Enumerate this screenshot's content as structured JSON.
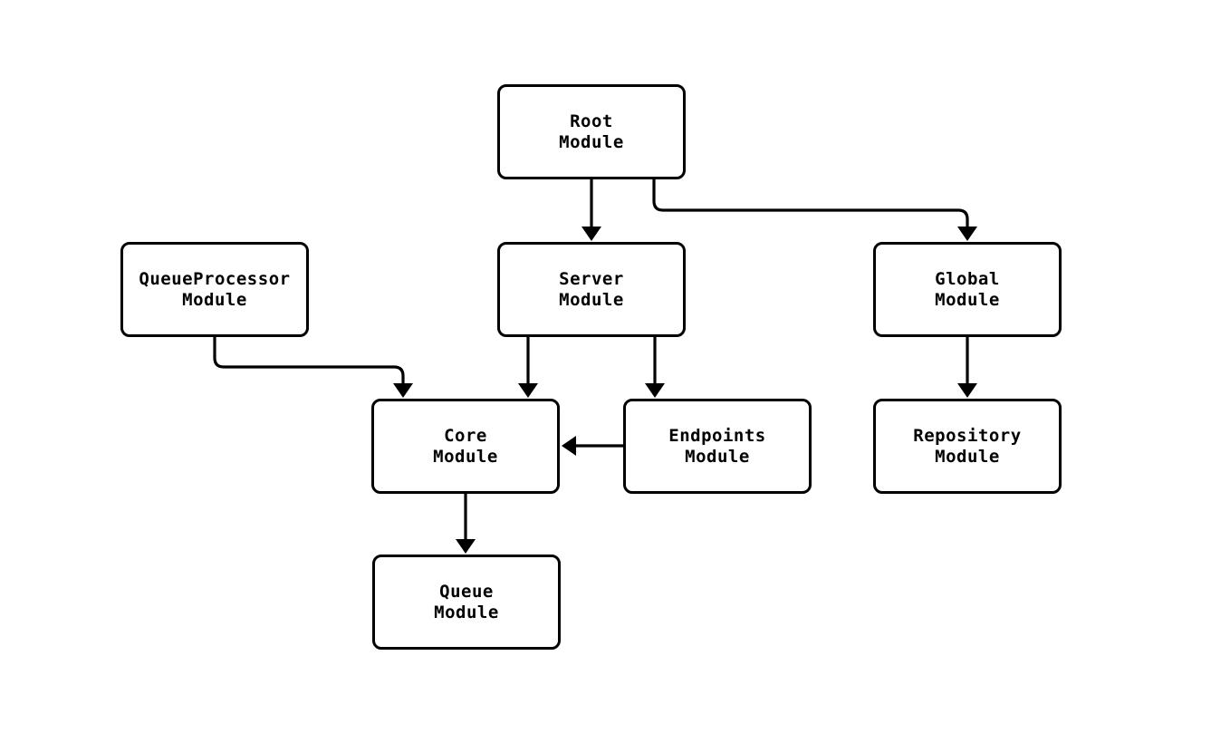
{
  "diagram": {
    "type": "flowchart-top-down",
    "background_color": "#ffffff",
    "ink_color": "#000000",
    "nodes": [
      {
        "id": "root",
        "lines": [
          "Root",
          "Module"
        ]
      },
      {
        "id": "queueprocessor",
        "lines": [
          "QueueProcessor",
          "Module"
        ]
      },
      {
        "id": "server",
        "lines": [
          "Server",
          "Module"
        ]
      },
      {
        "id": "global",
        "lines": [
          "Global",
          "Module"
        ]
      },
      {
        "id": "core",
        "lines": [
          "Core",
          "Module"
        ]
      },
      {
        "id": "endpoints",
        "lines": [
          "Endpoints",
          "Module"
        ]
      },
      {
        "id": "repository",
        "lines": [
          "Repository",
          "Module"
        ]
      },
      {
        "id": "queue",
        "lines": [
          "Queue",
          "Module"
        ]
      }
    ],
    "edges": [
      {
        "from": "Root Module",
        "to": "Server Module"
      },
      {
        "from": "Root Module",
        "to": "Global Module"
      },
      {
        "from": "QueueProcessor Module",
        "to": "Core Module"
      },
      {
        "from": "Server Module",
        "to": "Core Module"
      },
      {
        "from": "Server Module",
        "to": "Endpoints Module"
      },
      {
        "from": "Endpoints Module",
        "to": "Core Module"
      },
      {
        "from": "Global Module",
        "to": "Repository Module"
      },
      {
        "from": "Core Module",
        "to": "Queue Module"
      }
    ]
  }
}
